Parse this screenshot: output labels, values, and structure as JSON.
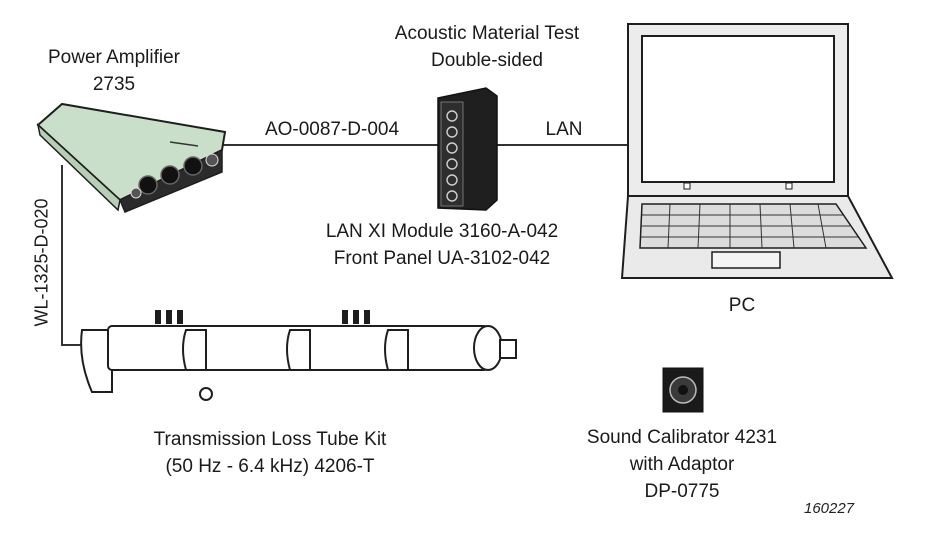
{
  "labels": {
    "amp_line1": "Power Amplifier",
    "amp_line2": "2735",
    "cable_amp_module": "AO-0087-D-004",
    "test_line1": "Acoustic Material Test",
    "test_line2": "Double-sided",
    "lan": "LAN",
    "module_line1": "LAN XI Module 3160-A-042",
    "module_line2": "Front Panel UA-3102-042",
    "pc": "PC",
    "cable_tube": "WL-1325-D-020",
    "tube_line1": "Transmission Loss Tube Kit",
    "tube_line2": "(50 Hz - 6.4 kHz) 4206-T",
    "cal_line1": "Sound Calibrator 4231",
    "cal_line2": "with Adaptor",
    "cal_line3": "DP-0775",
    "figure_id": "160227"
  },
  "colors": {
    "amp_body": "#c9dfc9",
    "amp_face": "#2b2b2b",
    "outline": "#1e1e1e",
    "cable": "#333333",
    "module": "#1f1f1f",
    "laptop_screen": "#ffffff",
    "laptop_body": "#e9e9e9",
    "tube": "#ffffff"
  }
}
